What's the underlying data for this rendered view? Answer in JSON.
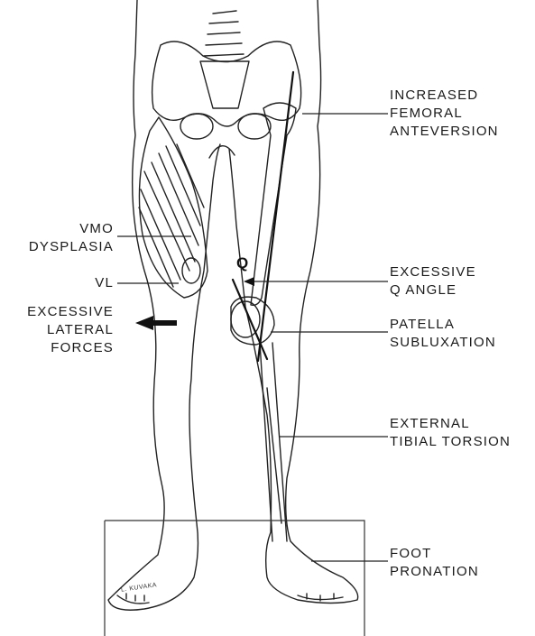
{
  "labels": {
    "femoral": "INCREASED\nFEMORAL\nANTEVERSION",
    "vmo": "VMO\nDYSPLASIA",
    "vl": "VL",
    "lateral": "EXCESSIVE\nLATERAL\nFORCES",
    "qangle": "EXCESSIVE\nQ ANGLE",
    "patella": "PATELLA\nSUBLUXATION",
    "tibial": "EXTERNAL\nTIBIAL TORSION",
    "foot": "FOOT\nPRONATION"
  },
  "q_marker": "Q",
  "signature": "L. KUVAKA"
}
